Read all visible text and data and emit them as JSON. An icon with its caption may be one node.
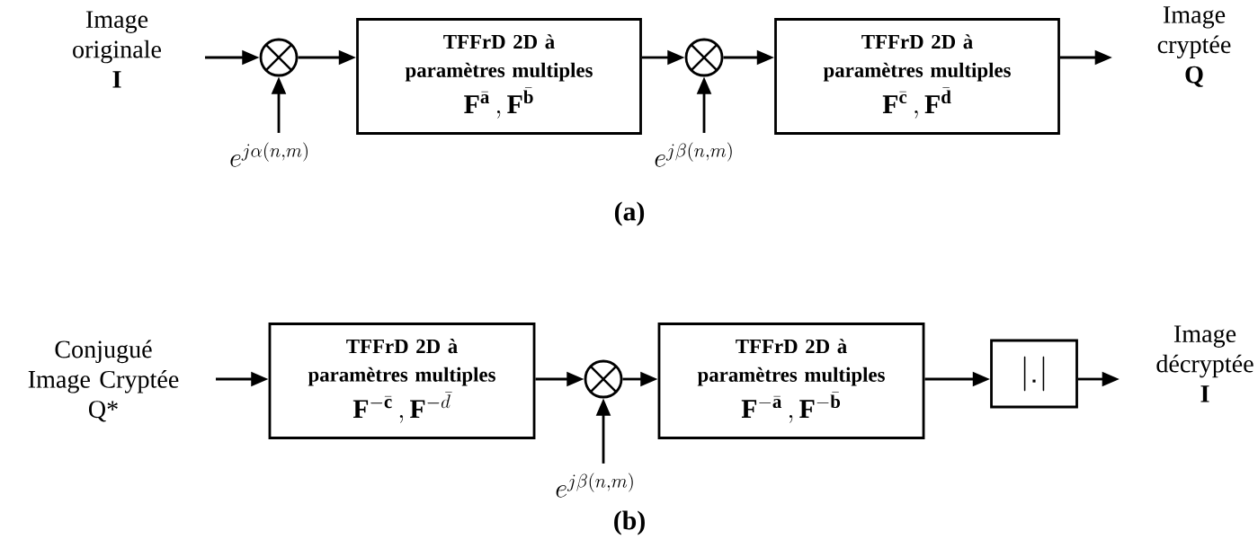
{
  "diagram": {
    "nodes": [
      {
        "text": [
          "Image originale",
          "I"
        ]
      },
      {
        "text": [],
        "shape": "circle"
      },
      {
        "text": [
          "e^{j\\alpha(n,m)}"
        ]
      },
      {
        "text": [
          "TFFrD 2D à paramètres multiples",
          "\\mathbf{F}^{\\bar{\\mathbf{a}}}\\,,\\mathbf{F}^{\\bar{\\mathbf{b}}}"
        ]
      },
      {
        "text": [],
        "shape": "circle"
      },
      {
        "text": [
          "e^{j\\beta(n,m)}"
        ]
      },
      {
        "text": [
          "TFFrD 2D à paramètres multiples",
          "\\mathbf{F}^{\\bar{\\mathbf{c}}}\\,,\\mathbf{F}^{\\bar{\\mathbf{d}}}"
        ]
      },
      {
        "text": [
          "Image cryptée",
          "Q"
        ]
      },
      {
        "text": [
          "Conjugué Image Cryptée",
          "Q*"
        ]
      },
      {
        "text": [
          "TFFrD 2D à paramètres multiples",
          "\\mathbf{F}^{-\\bar{\\mathbf{c}}}\\,,\\mathbf{F}^{-\\bar{d}}"
        ]
      },
      {
        "text": [],
        "shape": "circle"
      },
      {
        "text": [
          "e^{j\\beta(n,m)}"
        ]
      },
      {
        "text": [
          "TFFrD 2D à paramètres multiples",
          "\\mathbf{F}^{-\\bar{\\mathbf{a}}}\\,,\\mathbf{F}^{-\\bar{\\mathbf{b}}}"
        ]
      },
      {
        "text": [
          "|.|"
        ]
      },
      {
        "text": [
          "Image décryptée",
          "I"
        ]
      }
    ],
    "edges": [
      {
        "from": 0,
        "to": 1,
        "arrow": "to"
      },
      {
        "from": 2,
        "to": 1,
        "arrow": "to"
      },
      {
        "from": 1,
        "to": 3,
        "arrow": "to"
      },
      {
        "from": 3,
        "to": 4,
        "arrow": "to"
      },
      {
        "from": 5,
        "to": 4,
        "arrow": "to"
      },
      {
        "from": 4,
        "to": 6,
        "arrow": "to"
      },
      {
        "from": 6,
        "to": 7,
        "arrow": "to"
      },
      {
        "from": 8,
        "to": 9,
        "arrow": "to"
      },
      {
        "from": 9,
        "to": 10,
        "arrow": "to"
      },
      {
        "from": 11,
        "to": 10,
        "arrow": "to"
      },
      {
        "from": 10,
        "to": 12,
        "arrow": "to"
      },
      {
        "from": 12,
        "to": 13,
        "arrow": "to"
      },
      {
        "from": 13,
        "to": 14,
        "arrow": "to"
      }
    ],
    "labels": [
      "(a)",
      "(b)"
    ]
  }
}
